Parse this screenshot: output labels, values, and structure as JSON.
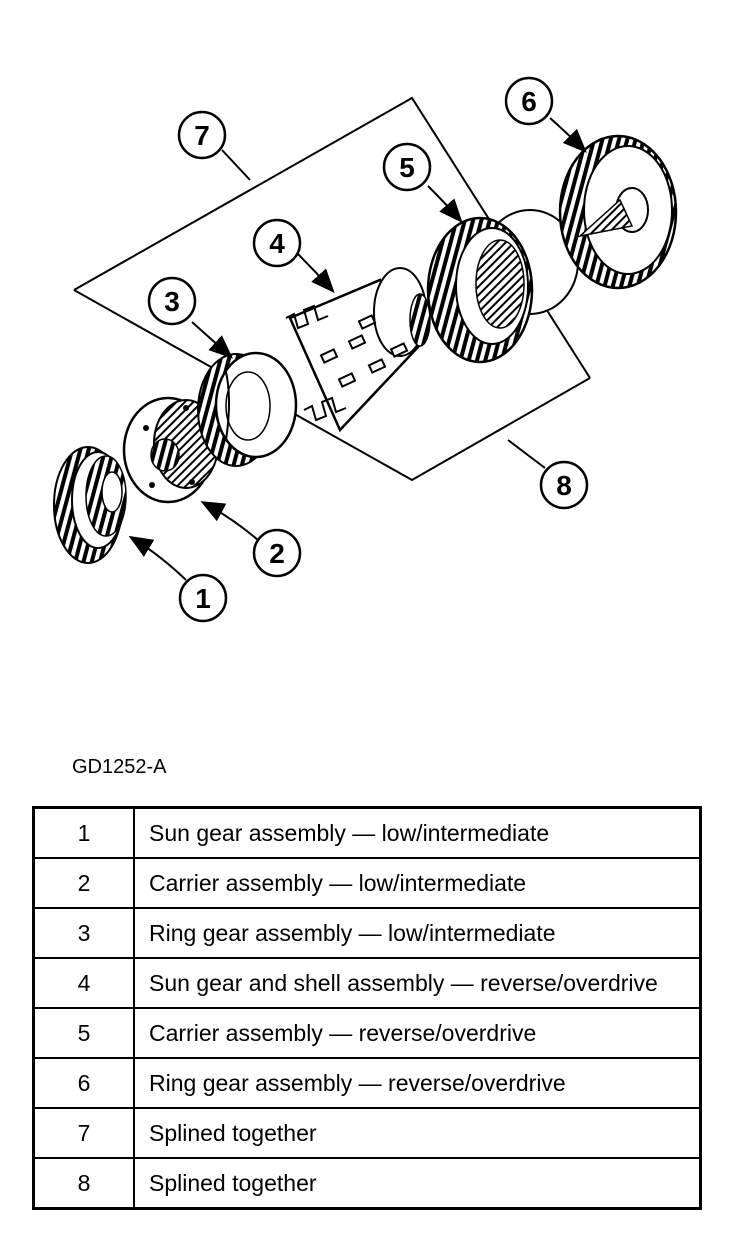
{
  "figure_id": "GD1252-A",
  "callouts": [
    "1",
    "2",
    "3",
    "4",
    "5",
    "6",
    "7",
    "8"
  ],
  "legend": [
    {
      "num": "1",
      "desc": "Sun gear assembly — low/intermediate"
    },
    {
      "num": "2",
      "desc": "Carrier assembly — low/intermediate"
    },
    {
      "num": "3",
      "desc": "Ring gear assembly — low/intermediate"
    },
    {
      "num": "4",
      "desc": "Sun gear and shell assembly — reverse/overdrive"
    },
    {
      "num": "5",
      "desc": "Carrier assembly — reverse/overdrive"
    },
    {
      "num": "6",
      "desc": "Ring gear assembly — reverse/overdrive"
    },
    {
      "num": "7",
      "desc": "Splined together"
    },
    {
      "num": "8",
      "desc": "Splined together"
    }
  ]
}
